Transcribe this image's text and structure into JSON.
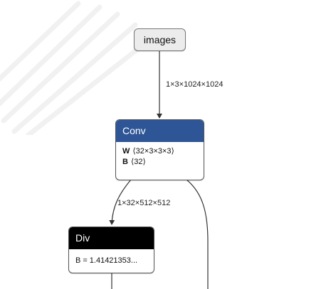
{
  "graph": {
    "input_node": {
      "label": "images"
    },
    "edges": {
      "images_to_conv": "1×3×1024×1024",
      "conv_to_div": "1×32×512×512"
    },
    "conv_node": {
      "op": "Conv",
      "header_color": "#2e5596",
      "attrs": [
        {
          "name": "W",
          "value": "⟨32×3×3×3⟩"
        },
        {
          "name": "B",
          "value": "⟨32⟩"
        }
      ]
    },
    "div_node": {
      "op": "Div",
      "header_color": "#000000",
      "attrs": [
        {
          "name": "B",
          "value": "1.41421353..."
        }
      ]
    }
  }
}
